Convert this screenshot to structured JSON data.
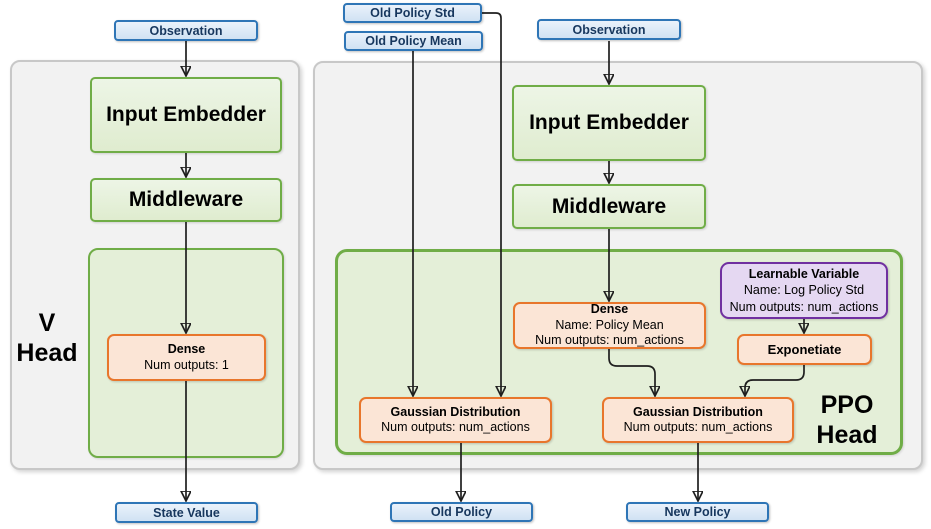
{
  "colors": {
    "blue_border": "#2e75b6",
    "blue_fill_top": "#eaf2fb",
    "blue_fill_bottom": "#d0e2f3",
    "blue_text": "#17375e",
    "green_border": "#70ad47",
    "green_fill_top": "#edf5e6",
    "green_fill_bottom": "#dfeccf",
    "container_green_fill": "#e4efd8",
    "orange_border": "#e8762c",
    "orange_fill": "#fbe5d6",
    "purple_border": "#7030a0",
    "purple_fill": "#e5d8f2",
    "panel_fill": "#f2f2f2",
    "panel_border": "#c8c8c8",
    "arrow": "#1f1f1f"
  },
  "v_head": {
    "label_line1": "V",
    "label_line2": "Head",
    "observation": "Observation",
    "input_embedder": "Input Embedder",
    "middleware": "Middleware",
    "dense_title": "Dense",
    "dense_outputs": "Num outputs: 1",
    "output": "State Value"
  },
  "ppo_head": {
    "label_line1": "PPO",
    "label_line2": "Head",
    "old_policy_std": "Old Policy Std",
    "old_policy_mean": "Old Policy Mean",
    "observation": "Observation",
    "input_embedder": "Input Embedder",
    "middleware": "Middleware",
    "dense_title": "Dense",
    "dense_name": "Name: Policy Mean",
    "dense_outputs": "Num outputs: num_actions",
    "learnable_title": "Learnable Variable",
    "learnable_name": "Name: Log Policy Std",
    "learnable_outputs": "Num outputs: num_actions",
    "exponetiate": "Exponetiate",
    "gaussian_old_title": "Gaussian Distribution",
    "gaussian_old_outputs": "Num outputs: num_actions",
    "gaussian_new_title": "Gaussian Distribution",
    "gaussian_new_outputs": "Num outputs: num_actions",
    "output_old": "Old Policy",
    "output_new": "New Policy"
  }
}
